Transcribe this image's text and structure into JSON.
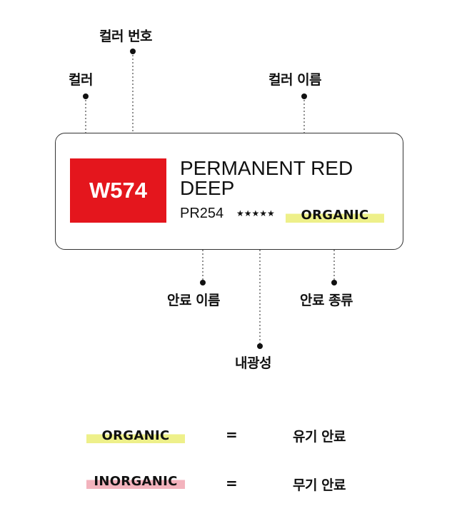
{
  "callouts": {
    "color": "컬러",
    "color_number": "컬러 번호",
    "color_name": "컬러 이름",
    "pigment_name": "안료 이름",
    "pigment_type": "안료 종류",
    "lightfastness": "내광성"
  },
  "label": {
    "code": "W574",
    "name": "PERMANENT RED DEEP",
    "pigment": "PR254",
    "lightfastness_stars": "★★★★★",
    "lightfastness_rating": 5,
    "pigment_type": "ORGANIC",
    "swatch_color": "#e4161d"
  },
  "legend": [
    {
      "tag": "ORGANIC",
      "equals": "=",
      "meaning": "유기 안료",
      "highlight": "#eef08a"
    },
    {
      "tag": "INORGANIC",
      "equals": "=",
      "meaning": "무기 안료",
      "highlight": "#f3b3bd"
    }
  ]
}
